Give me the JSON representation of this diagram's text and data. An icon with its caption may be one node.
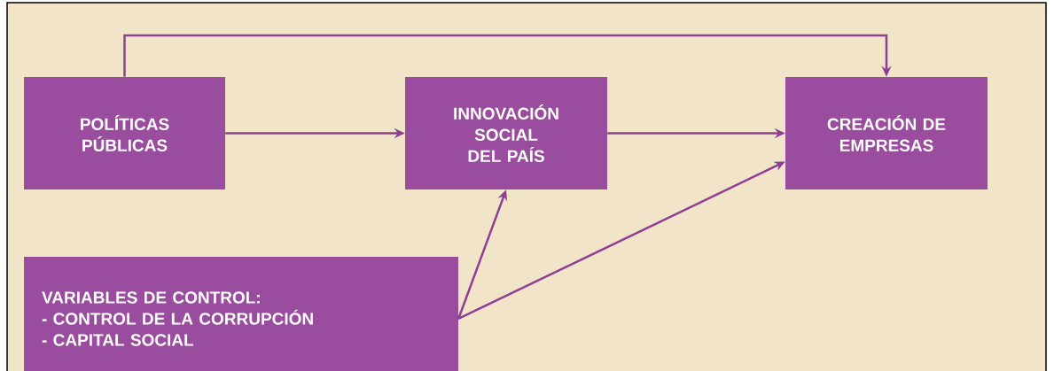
{
  "diagram": {
    "nodes": [
      {
        "text": [
          "POLÍTICAS PÚBLICAS"
        ]
      },
      {
        "text": [
          "INNOVACIÓN SOCIAL DEL PAÍS"
        ]
      },
      {
        "text": [
          "CREACIÓN DE EMPRESAS"
        ]
      },
      {
        "text": [
          "VARIABLES DE CONTROL:",
          "- CONTROL DE LA CORRUPCIÓN",
          "- CAPITAL SOCIAL"
        ]
      }
    ],
    "edges": [
      {
        "from": 0,
        "to": 2,
        "arrow": "to"
      },
      {
        "from": 0,
        "to": 1,
        "arrow": "to"
      },
      {
        "from": 1,
        "to": 2,
        "arrow": "to"
      },
      {
        "from": 3,
        "to": 1,
        "arrow": "to"
      },
      {
        "from": 3,
        "to": 2,
        "arrow": "to"
      }
    ]
  }
}
